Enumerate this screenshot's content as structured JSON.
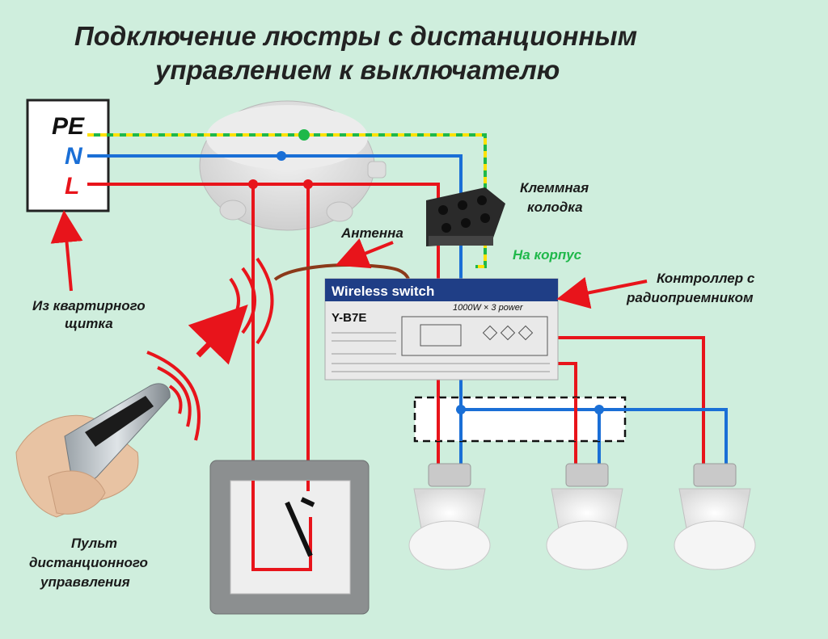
{
  "title": {
    "line1": "Подключение люстры с дистанционным",
    "line2": "управлением к выключателю"
  },
  "panel": {
    "pe": "PE",
    "n": "N",
    "l": "L"
  },
  "labels": {
    "source": [
      "Из квартирного",
      "щитка"
    ],
    "terminal": [
      "Клеммная",
      "колодка"
    ],
    "antenna": "Антенна",
    "ground": "На корпус",
    "controller": [
      "Контроллер с",
      "радиоприемником"
    ],
    "remote": [
      "Пульт",
      "дистанционного",
      "управвления"
    ]
  },
  "controller_device": {
    "header": "Wireless switch",
    "model": "Y-B7E",
    "rating": "1000W × 3 power"
  },
  "colors": {
    "phase": "#e8141b",
    "neutral": "#1a6fd6",
    "earth_green": "#1fb84a",
    "earth_yellow": "#ffe100",
    "background": "#cfeedd",
    "text": "#1a1a1a"
  }
}
